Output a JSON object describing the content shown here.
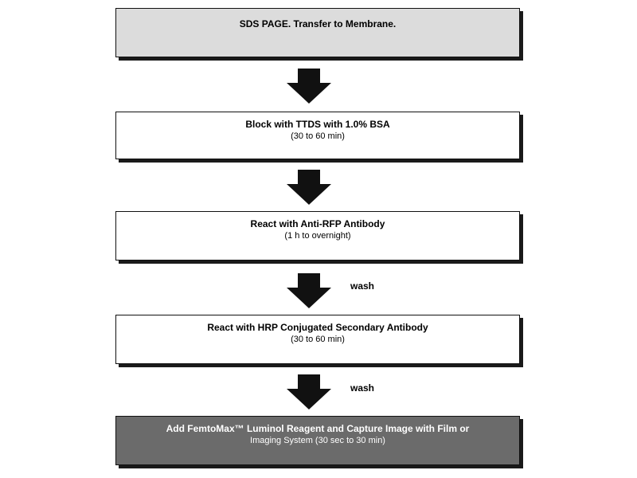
{
  "steps": [
    {
      "title": "SDS PAGE.  Transfer to Membrane.",
      "detail": ""
    },
    {
      "title": "Block with TTDS with 1.0% BSA",
      "detail": "(30 to 60 min)"
    },
    {
      "title": "React with Anti-RFP Antibody",
      "detail": "(1 h to overnight)"
    },
    {
      "title": "React with HRP Conjugated Secondary Antibody",
      "detail": "(30 to 60 min)"
    },
    {
      "title": "Add FemtoMax™ Luminol Reagent and Capture Image with Film or",
      "detail": "Imaging System (30 sec to 30 min)"
    }
  ],
  "connectors": [
    {
      "label": ""
    },
    {
      "label": ""
    },
    {
      "label": "wash"
    },
    {
      "label": "wash"
    }
  ],
  "colors": {
    "first_box_fill": "#dcdcdc",
    "last_box_fill": "#6b6b6b",
    "arrow_fill": "#111111"
  }
}
